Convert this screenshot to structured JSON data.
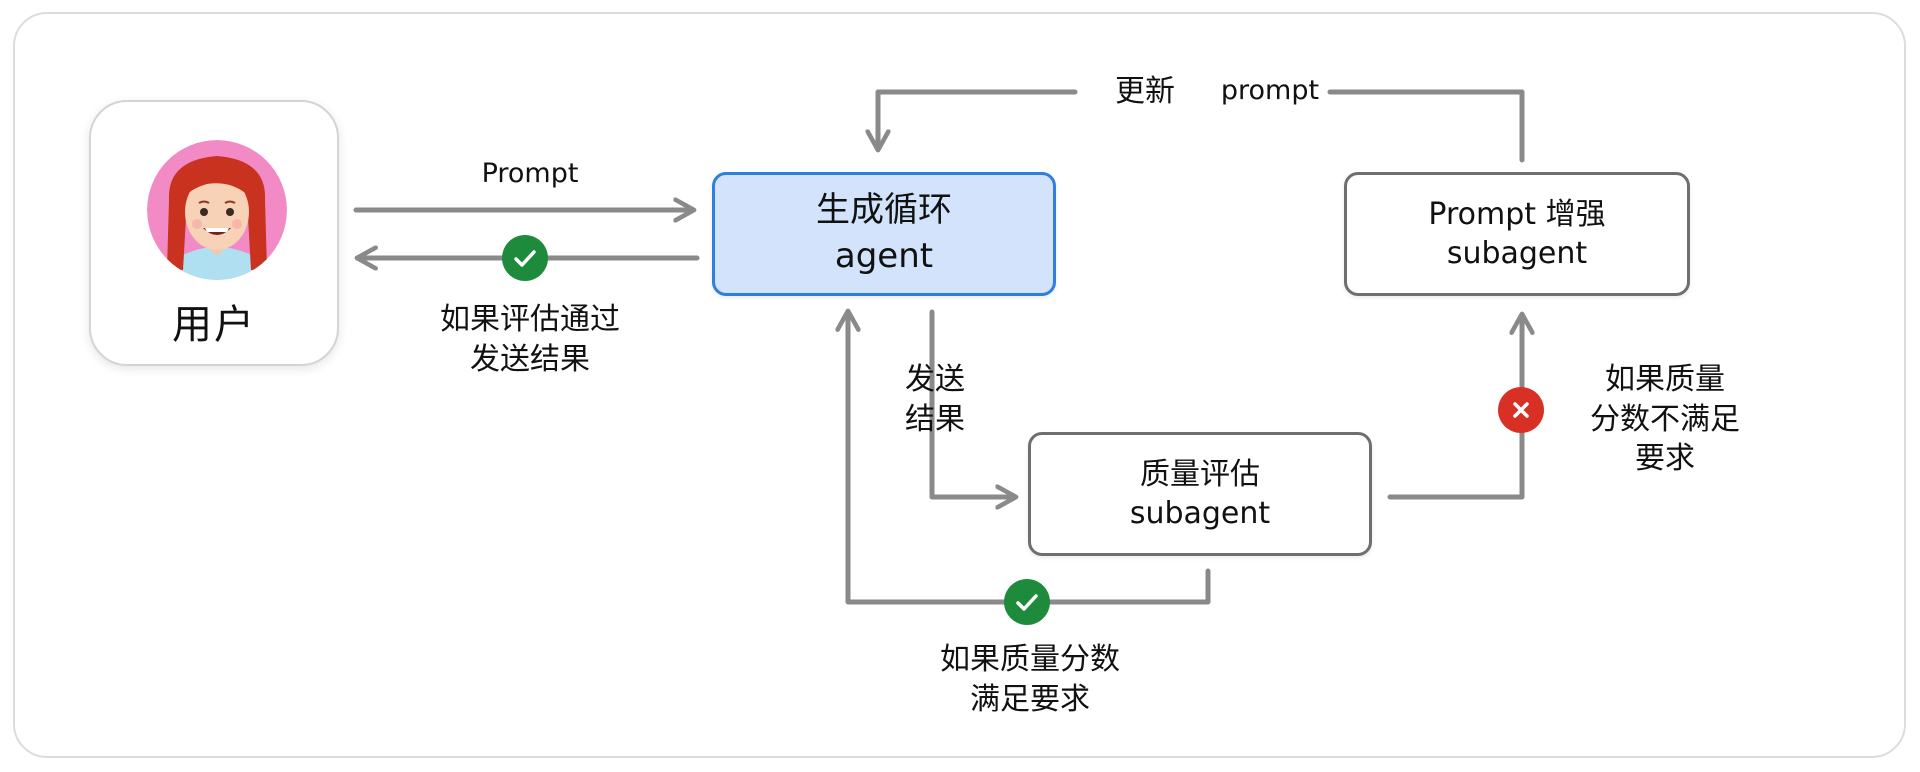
{
  "user": {
    "label": "用户"
  },
  "edges": {
    "prompt_label": "Prompt",
    "return_label_line1": "如果评估通过",
    "return_label_line2": "发送结果",
    "send_label_line1": "发送",
    "send_label_line2": "结果",
    "pass_label_line1": "如果质量分数",
    "pass_label_line2": "满足要求",
    "fail_label_line1": "如果质量",
    "fail_label_line2": "分数不满足",
    "fail_label_line3": "要求",
    "update_label_cn": "更新",
    "update_label_en": "prompt"
  },
  "nodes": {
    "generation_loop": {
      "line1": "生成循环",
      "line2": "agent"
    },
    "prompt_enhance": {
      "line1": "Prompt 增强",
      "line2": "subagent"
    },
    "quality_eval": {
      "line1": "质量评估",
      "line2": "subagent"
    }
  },
  "colors": {
    "main_fill": "#d2e3fb",
    "main_border": "#2f7fde",
    "arrow": "#8a8a8a",
    "pass_badge": "#1e8a3c",
    "fail_badge": "#d93025"
  },
  "icons": {
    "pass": "check-circle-icon",
    "fail": "x-circle-icon",
    "user": "user-avatar"
  }
}
